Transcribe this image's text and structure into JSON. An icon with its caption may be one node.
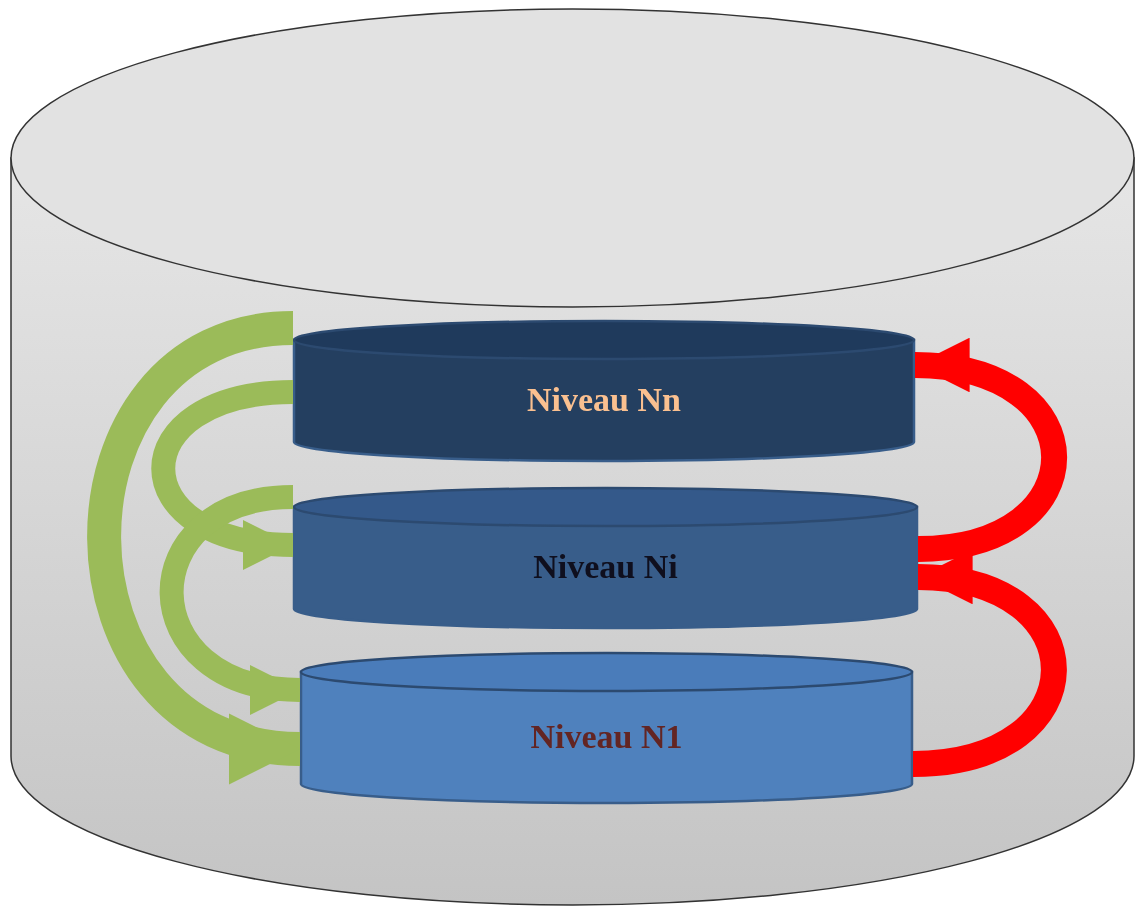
{
  "diagram": {
    "nodes": [
      {
        "text": [],
        "shape": "cylinder"
      },
      {
        "text": [
          "Niveau Nn"
        ],
        "in": 0
      },
      {
        "text": [
          "Niveau Ni"
        ],
        "in": 0
      },
      {
        "text": [
          "Niveau N1"
        ],
        "in": 0
      }
    ],
    "edges": [
      {
        "from": 1,
        "to": 3,
        "arrow": "to"
      },
      {
        "from": 1,
        "to": 2,
        "arrow": "to"
      },
      {
        "from": 2,
        "to": 3,
        "arrow": "to"
      },
      {
        "from": 3,
        "to": 2,
        "arrow": "to",
        "color": "#ff0000"
      },
      {
        "from": 2,
        "to": 1,
        "arrow": "to",
        "color": "#ff0000"
      }
    ]
  }
}
